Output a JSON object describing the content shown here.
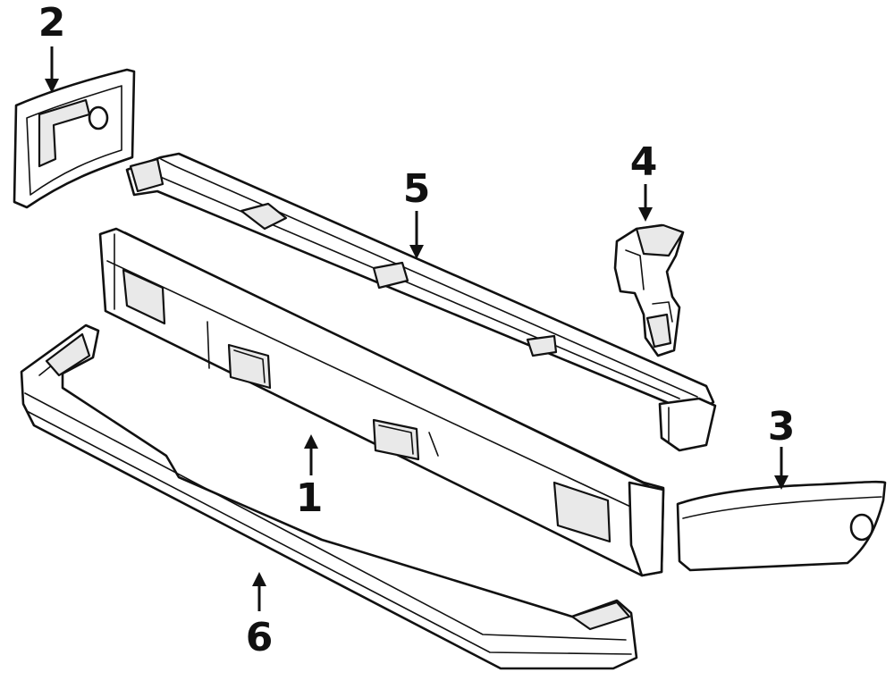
{
  "callouts": [
    {
      "id": "1",
      "label": "1"
    },
    {
      "id": "2",
      "label": "2"
    },
    {
      "id": "3",
      "label": "3"
    },
    {
      "id": "4",
      "label": "4"
    },
    {
      "id": "5",
      "label": "5"
    },
    {
      "id": "6",
      "label": "6"
    }
  ],
  "colors": {
    "line": "#111111",
    "paper": "#ffffff",
    "shade": "#e9e9e9"
  }
}
